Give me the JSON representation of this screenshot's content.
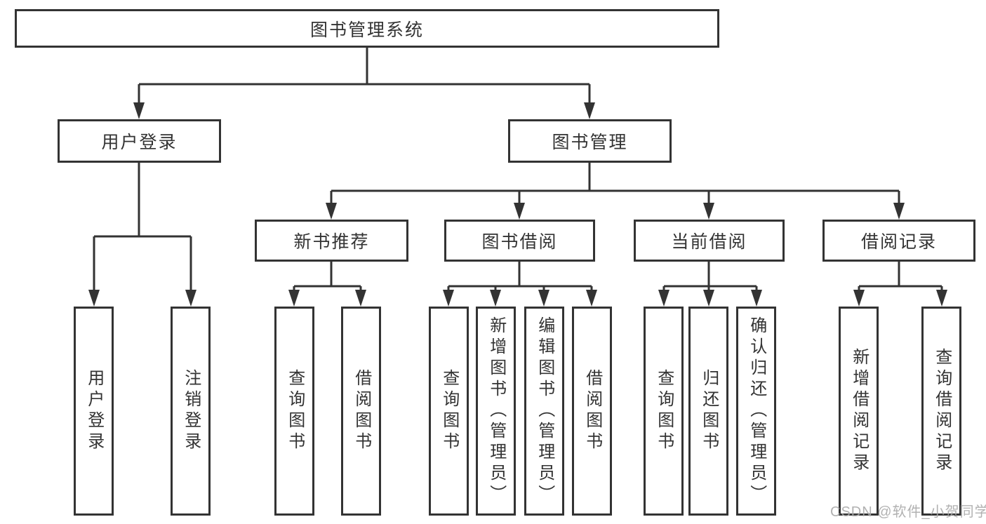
{
  "tree": {
    "label": "图书管理系统",
    "children": [
      {
        "label": "用户登录",
        "children": [
          {
            "label": "用户登录"
          },
          {
            "label": "注销登录"
          }
        ]
      },
      {
        "label": "图书管理",
        "children": [
          {
            "label": "新书推荐",
            "children": [
              {
                "label": "查询图书"
              },
              {
                "label": "借阅图书"
              }
            ]
          },
          {
            "label": "图书借阅",
            "children": [
              {
                "label": "查询图书"
              },
              {
                "label": "新增图书（管理员）"
              },
              {
                "label": "编辑图书（管理员）"
              },
              {
                "label": "借阅图书"
              }
            ]
          },
          {
            "label": "当前借阅",
            "children": [
              {
                "label": "查询图书"
              },
              {
                "label": "归还图书"
              },
              {
                "label": "确认归还（管理员）"
              }
            ]
          },
          {
            "label": "借阅记录",
            "children": [
              {
                "label": "新增借阅记录"
              },
              {
                "label": "查询借阅记录"
              }
            ]
          }
        ]
      }
    ]
  },
  "watermark": {
    "text": "CSDN @软件_小贺同学"
  },
  "colors": {
    "line": "#333333",
    "box_background": "#ffffff",
    "text": "#333333",
    "watermark": "#ababab"
  }
}
